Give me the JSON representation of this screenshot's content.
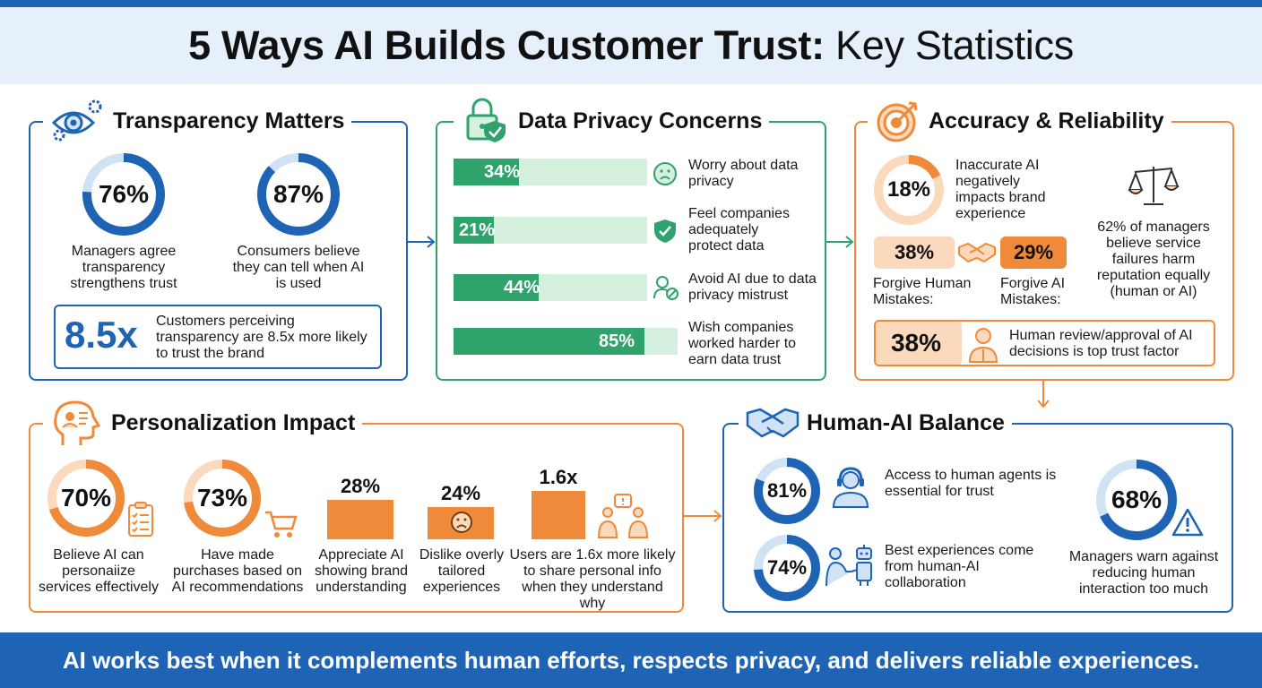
{
  "title": {
    "main": "5 Ways AI Builds Customer Trust:",
    "light": "Key Statistics"
  },
  "colors": {
    "blue": "#1f64b4",
    "green": "#2fa36b",
    "orange": "#ee8a3a",
    "lightblue": "#cfe3f5",
    "lightgreen": "#d6f0df",
    "lightorange": "#fbd9bd"
  },
  "transparency": {
    "title": "Transparency Matters",
    "stat1": {
      "value": "76%",
      "pct": 76,
      "label": "Managers agree transparency strengthens trust"
    },
    "stat2": {
      "value": "87%",
      "pct": 87,
      "label": "Consumers believe they can tell when AI is used"
    },
    "callout": {
      "value": "8.5x",
      "label": "Customers perceiving transparency are 8.5x more likely to trust the brand"
    }
  },
  "privacy": {
    "title": "Data Privacy Concerns",
    "bars": [
      {
        "value": "34%",
        "pct": 34,
        "label": "Worry about data privacy",
        "icon": "worried-face-icon"
      },
      {
        "value": "21%",
        "pct": 21,
        "label": "Feel companies adequately protect data",
        "icon": "shield-check-icon"
      },
      {
        "value": "44%",
        "pct": 44,
        "label": "Avoid AI due to data privacy mistrust",
        "icon": "user-blocked-icon"
      },
      {
        "value": "85%",
        "pct": 85,
        "label": "Wish companies worked harder to earn data trust",
        "icon": ""
      }
    ]
  },
  "accuracy": {
    "title": "Accuracy & Reliability",
    "stat": {
      "value": "18%",
      "pct": 18,
      "label": "Inaccurate AI negatively impacts brand experience"
    },
    "forgive_human": {
      "value": "38%",
      "label": "Forgive Human Mistakes:"
    },
    "forgive_ai": {
      "value": "29%",
      "label": "Forgive AI Mistakes:"
    },
    "managers": "62% of managers believe service failures harm reputation equally (human or AI)",
    "review": {
      "value": "38%",
      "label": "Human review/approval of AI decisions is top trust factor"
    }
  },
  "personalization": {
    "title": "Personalization Impact",
    "stat1": {
      "value": "70%",
      "pct": 70,
      "label": "Believe AI can personaiize services effectively"
    },
    "stat2": {
      "value": "73%",
      "pct": 73,
      "label": "Have made purchases based on AI recommendations"
    },
    "stat3": {
      "value": "28%",
      "label": "Appreciate AI showing brand understanding"
    },
    "stat4": {
      "value": "24%",
      "label": "Dislike overly tailored experiences"
    },
    "stat5": {
      "value": "1.6x",
      "label": "Users are 1.6x more likely to share personal info when they understand why"
    }
  },
  "balance": {
    "title": "Human-AI Balance",
    "stat1": {
      "value": "81%",
      "pct": 81,
      "label": "Access to human agents is essential for trust"
    },
    "stat2": {
      "value": "74%",
      "pct": 74,
      "label": "Best experiences come from human-AI collaboration"
    },
    "stat3": {
      "value": "68%",
      "pct": 68,
      "label": "Managers warn against reducing human interaction too much"
    }
  },
  "footer": "AI works best when it complements human efforts, respects privacy, and delivers reliable experiences."
}
